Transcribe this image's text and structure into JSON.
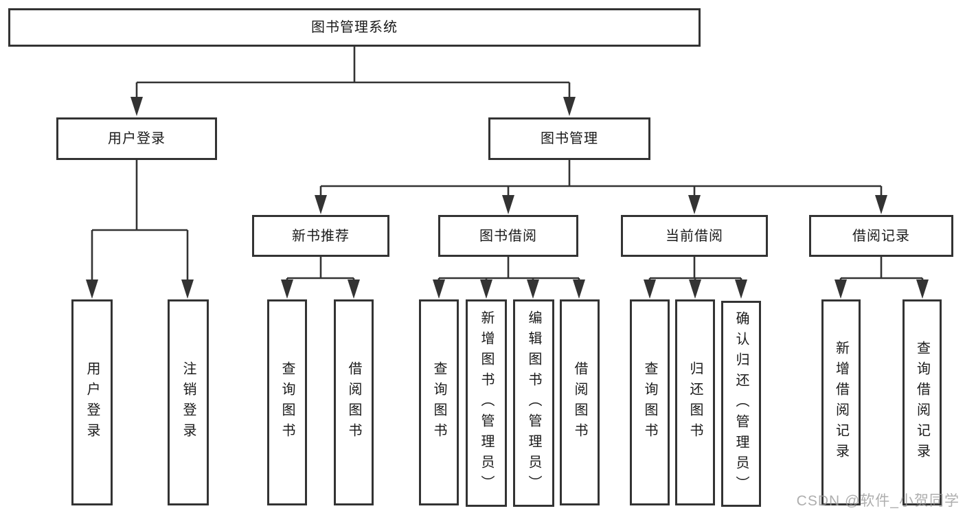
{
  "tree": {
    "root": {
      "label": "图书管理系统"
    },
    "branches": [
      {
        "label": "用户登录",
        "children": [
          {
            "label": "用户登录"
          },
          {
            "label": "注销登录"
          }
        ]
      },
      {
        "label": "图书管理",
        "children": [
          {
            "label": "新书推荐",
            "children": [
              {
                "label": "查询图书"
              },
              {
                "label": "借阅图书"
              }
            ]
          },
          {
            "label": "图书借阅",
            "children": [
              {
                "label": "查询图书"
              },
              {
                "label": "新增图书（管理员）"
              },
              {
                "label": "编辑图书（管理员）"
              },
              {
                "label": "借阅图书"
              }
            ]
          },
          {
            "label": "当前借阅",
            "children": [
              {
                "label": "查询图书"
              },
              {
                "label": "归还图书"
              },
              {
                "label": "确认归还（管理员）"
              }
            ]
          },
          {
            "label": "借阅记录",
            "children": [
              {
                "label": "新增借阅记录"
              },
              {
                "label": "查询借阅记录"
              }
            ]
          }
        ]
      }
    ]
  },
  "watermark": "CSDN @软件_小贺同学",
  "colors": {
    "line": "#333333",
    "border": "#333333",
    "text": "#1a1a1a",
    "watermark": "#9a9a9a",
    "background": "#ffffff"
  }
}
